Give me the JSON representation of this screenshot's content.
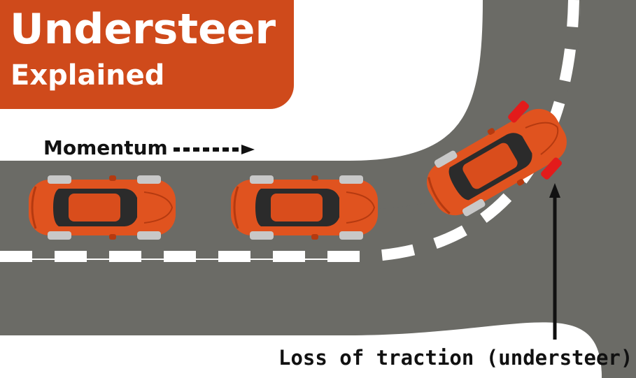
{
  "title": {
    "line1": "Understeer",
    "line2": "Explained"
  },
  "labels": {
    "momentum": "Momentum",
    "loss_of_traction": "Loss of traction (understeer)"
  },
  "colors": {
    "title_bg": "#cf4a1b",
    "road": "#6b6b66",
    "lane_marking": "#ffffff",
    "car_body": "#e0531f",
    "car_glass": "#2b2b2b",
    "front_tyre_slipping": "#e31b1b",
    "tyre_normal": "#c8c8c8",
    "text": "#111111"
  },
  "icons": [
    "dashed-arrow-right-icon",
    "arrow-up-icon",
    "car-icon"
  ]
}
